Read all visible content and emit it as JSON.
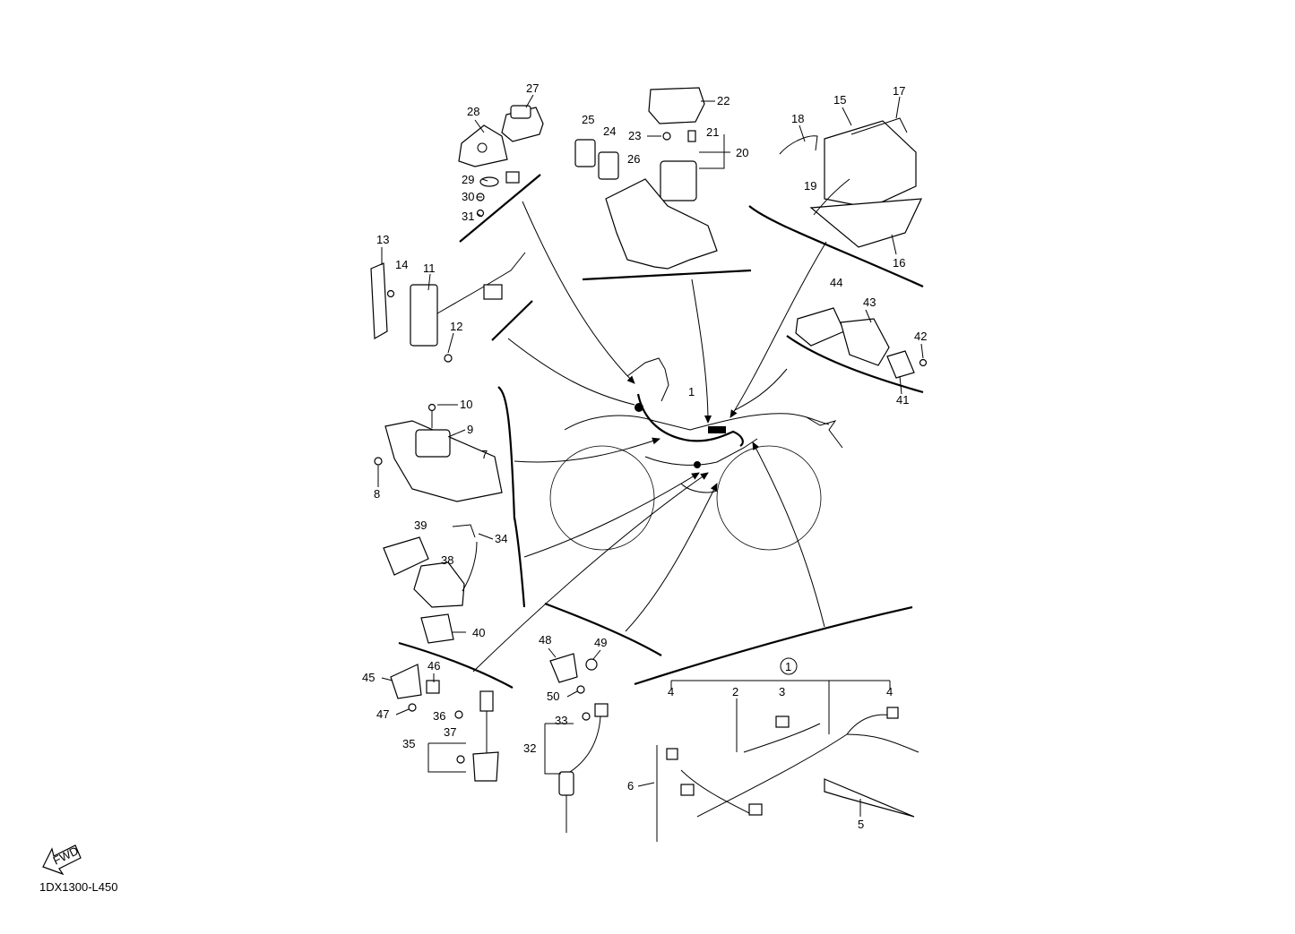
{
  "diagram": {
    "code": "1DX1300-L450",
    "fwd_label": "FWD",
    "labels": [
      "1",
      "2",
      "3",
      "4",
      "5",
      "6",
      "7",
      "8",
      "9",
      "10",
      "11",
      "12",
      "13",
      "14",
      "15",
      "16",
      "17",
      "18",
      "19",
      "20",
      "21",
      "22",
      "23",
      "24",
      "25",
      "26",
      "27",
      "28",
      "29",
      "30",
      "31",
      "32",
      "33",
      "34",
      "35",
      "36",
      "37",
      "38",
      "39",
      "40",
      "41",
      "42",
      "43",
      "44",
      "45",
      "46",
      "47",
      "48",
      "49",
      "50"
    ],
    "extra_labels": [
      "4"
    ]
  }
}
